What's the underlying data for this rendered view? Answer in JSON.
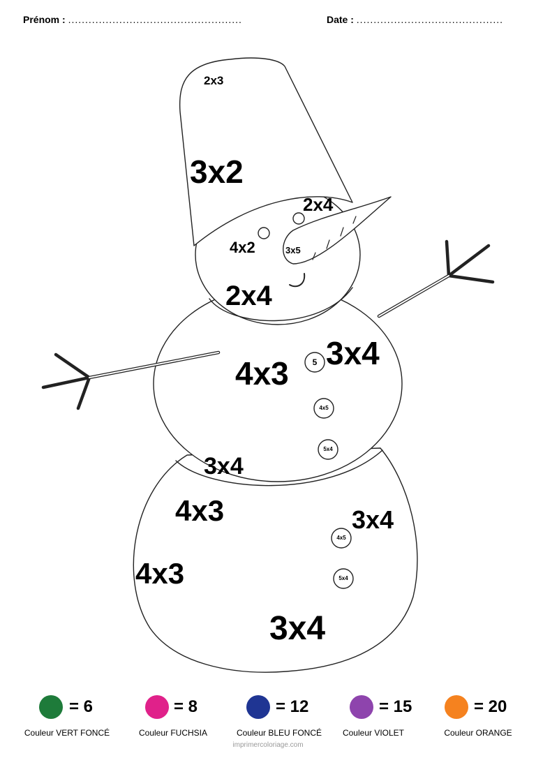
{
  "header": {
    "name_label": "Prénom :",
    "name_dots": "...................................................",
    "date_label": "Date :",
    "date_dots": "..........................................."
  },
  "zones": {
    "hat_top": "2x3",
    "hat_side": "3x2",
    "face_cheek": "2x4",
    "face_left": "4x2",
    "carrot": "3x5",
    "chin": "2x4",
    "body_main": "4x3",
    "body_right": "3x4",
    "body_lower": "3x4",
    "base_top": "4x3",
    "base_right": "3x4",
    "base_left": "4x3",
    "base_bottom": "3x4"
  },
  "buttons": {
    "b1": "5",
    "b2": "4x5",
    "b3": "5x4",
    "b4": "4x5",
    "b5": "5x4"
  },
  "legend": [
    {
      "value": "= 6",
      "caption": "Couleur VERT FONCÉ",
      "color": "#1e7b3a"
    },
    {
      "value": "= 8",
      "caption": "Couleur FUCHSIA",
      "color": "#e0218a"
    },
    {
      "value": "= 12",
      "caption": "Couleur BLEU FONCÉ",
      "color": "#1f3593"
    },
    {
      "value": "= 15",
      "caption": "Couleur VIOLET",
      "color": "#8e44ad"
    },
    {
      "value": "= 20",
      "caption": "Couleur ORANGE",
      "color": "#f5821f"
    }
  ],
  "footer": "imprimercoloriage.com"
}
